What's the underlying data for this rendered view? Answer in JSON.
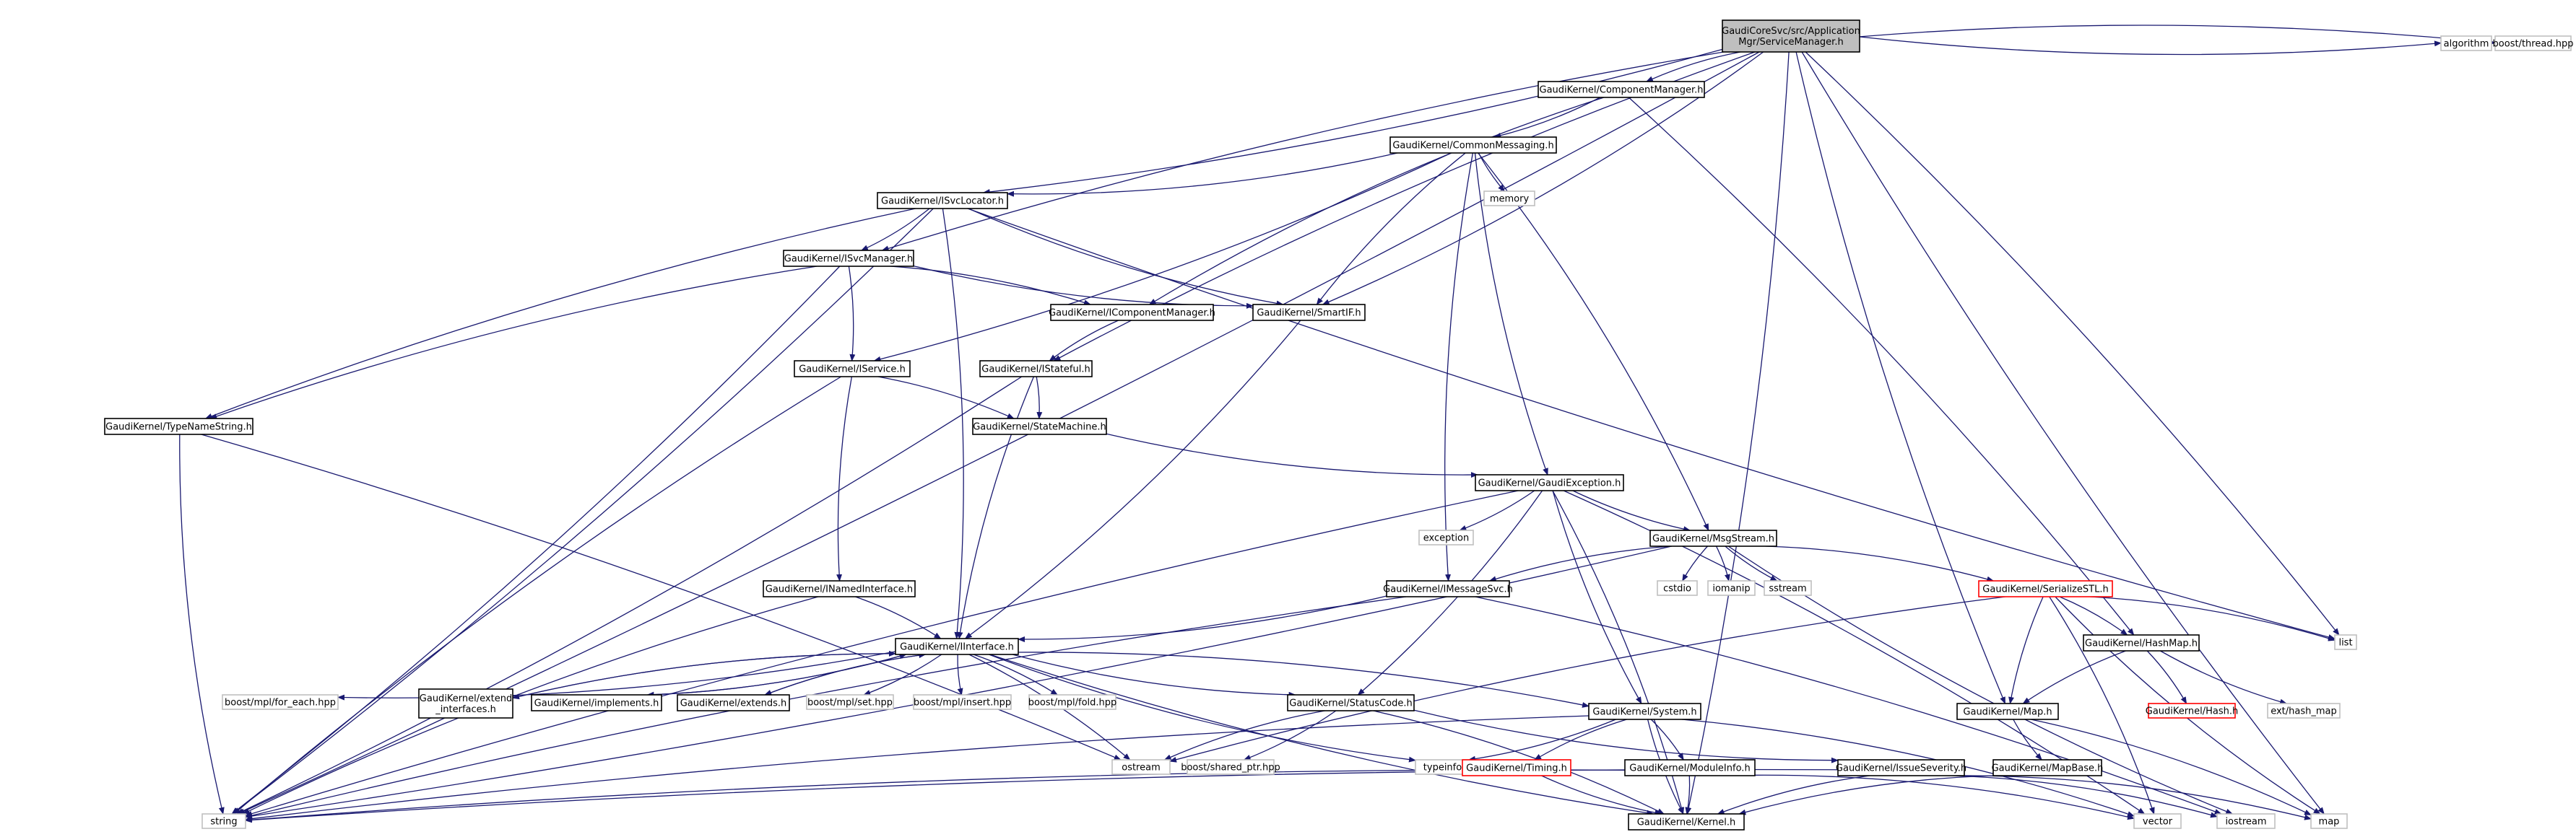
{
  "colors": {
    "edge": "#191970",
    "node_border": "#000000",
    "external_border": "#bfbfbf",
    "missing_border": "#ff0000",
    "root_fill": "#bfbfbf",
    "node_fill": "#ffffff",
    "text": "#000000"
  },
  "nodes": [
    {
      "id": "root",
      "lines": [
        "GaudiCoreSvc/src/Application",
        "Mgr/ServiceManager.h"
      ],
      "kind": "root"
    },
    {
      "id": "algorithm",
      "lines": [
        "algorithm"
      ],
      "kind": "external"
    },
    {
      "id": "boost_thread",
      "lines": [
        "boost/thread.hpp"
      ],
      "kind": "external"
    },
    {
      "id": "ComponentManager",
      "lines": [
        "GaudiKernel/ComponentManager.h"
      ],
      "kind": "normal"
    },
    {
      "id": "CommonMessaging",
      "lines": [
        "GaudiKernel/CommonMessaging.h"
      ],
      "kind": "normal"
    },
    {
      "id": "memory",
      "lines": [
        "memory"
      ],
      "kind": "external"
    },
    {
      "id": "ISvcLocator",
      "lines": [
        "GaudiKernel/ISvcLocator.h"
      ],
      "kind": "normal"
    },
    {
      "id": "ISvcManager",
      "lines": [
        "GaudiKernel/ISvcManager.h"
      ],
      "kind": "normal"
    },
    {
      "id": "IComponentManager",
      "lines": [
        "GaudiKernel/IComponentManager.h"
      ],
      "kind": "normal"
    },
    {
      "id": "SmartIF",
      "lines": [
        "GaudiKernel/SmartIF.h"
      ],
      "kind": "normal"
    },
    {
      "id": "IService",
      "lines": [
        "GaudiKernel/IService.h"
      ],
      "kind": "normal"
    },
    {
      "id": "IStateful",
      "lines": [
        "GaudiKernel/IStateful.h"
      ],
      "kind": "normal"
    },
    {
      "id": "TypeNameString",
      "lines": [
        "GaudiKernel/TypeNameString.h"
      ],
      "kind": "normal"
    },
    {
      "id": "StateMachine",
      "lines": [
        "GaudiKernel/StateMachine.h"
      ],
      "kind": "normal"
    },
    {
      "id": "GaudiException",
      "lines": [
        "GaudiKernel/GaudiException.h"
      ],
      "kind": "normal"
    },
    {
      "id": "exception",
      "lines": [
        "exception"
      ],
      "kind": "external"
    },
    {
      "id": "MsgStream",
      "lines": [
        "GaudiKernel/MsgStream.h"
      ],
      "kind": "normal"
    },
    {
      "id": "cstdio",
      "lines": [
        "cstdio"
      ],
      "kind": "external"
    },
    {
      "id": "iomanip",
      "lines": [
        "iomanip"
      ],
      "kind": "external"
    },
    {
      "id": "sstream",
      "lines": [
        "sstream"
      ],
      "kind": "external"
    },
    {
      "id": "SerializeSTL",
      "lines": [
        "GaudiKernel/SerializeSTL.h"
      ],
      "kind": "missing"
    },
    {
      "id": "INamedInterface",
      "lines": [
        "GaudiKernel/INamedInterface.h"
      ],
      "kind": "normal"
    },
    {
      "id": "IMessageSvc",
      "lines": [
        "GaudiKernel/IMessageSvc.h"
      ],
      "kind": "normal"
    },
    {
      "id": "list",
      "lines": [
        "list"
      ],
      "kind": "external"
    },
    {
      "id": "HashMap",
      "lines": [
        "GaudiKernel/HashMap.h"
      ],
      "kind": "normal"
    },
    {
      "id": "IInterface",
      "lines": [
        "GaudiKernel/IInterface.h"
      ],
      "kind": "normal"
    },
    {
      "id": "for_each",
      "lines": [
        "boost/mpl/for_each.hpp"
      ],
      "kind": "external"
    },
    {
      "id": "extend_interfaces",
      "lines": [
        "GaudiKernel/extend",
        "_interfaces.h"
      ],
      "kind": "normal"
    },
    {
      "id": "implements",
      "lines": [
        "GaudiKernel/implements.h"
      ],
      "kind": "normal"
    },
    {
      "id": "extends",
      "lines": [
        "GaudiKernel/extends.h"
      ],
      "kind": "normal"
    },
    {
      "id": "mpl_set",
      "lines": [
        "boost/mpl/set.hpp"
      ],
      "kind": "external"
    },
    {
      "id": "mpl_insert",
      "lines": [
        "boost/mpl/insert.hpp"
      ],
      "kind": "external"
    },
    {
      "id": "mpl_fold",
      "lines": [
        "boost/mpl/fold.hpp"
      ],
      "kind": "external"
    },
    {
      "id": "StatusCode",
      "lines": [
        "GaudiKernel/StatusCode.h"
      ],
      "kind": "normal"
    },
    {
      "id": "System",
      "lines": [
        "GaudiKernel/System.h"
      ],
      "kind": "normal"
    },
    {
      "id": "Map",
      "lines": [
        "GaudiKernel/Map.h"
      ],
      "kind": "normal"
    },
    {
      "id": "Hash",
      "lines": [
        "GaudiKernel/Hash.h"
      ],
      "kind": "missing"
    },
    {
      "id": "ext_hash_map",
      "lines": [
        "ext/hash_map"
      ],
      "kind": "external"
    },
    {
      "id": "ostream",
      "lines": [
        "ostream"
      ],
      "kind": "external"
    },
    {
      "id": "shared_ptr",
      "lines": [
        "boost/shared_ptr.hpp"
      ],
      "kind": "external"
    },
    {
      "id": "typeinfo",
      "lines": [
        "typeinfo"
      ],
      "kind": "external"
    },
    {
      "id": "Timing",
      "lines": [
        "GaudiKernel/Timing.h"
      ],
      "kind": "missing"
    },
    {
      "id": "ModuleInfo",
      "lines": [
        "GaudiKernel/ModuleInfo.h"
      ],
      "kind": "normal"
    },
    {
      "id": "IssueSeverity",
      "lines": [
        "GaudiKernel/IssueSeverity.h"
      ],
      "kind": "normal"
    },
    {
      "id": "MapBase",
      "lines": [
        "GaudiKernel/MapBase.h"
      ],
      "kind": "normal"
    },
    {
      "id": "vector",
      "lines": [
        "vector"
      ],
      "kind": "external"
    },
    {
      "id": "iostream",
      "lines": [
        "iostream"
      ],
      "kind": "external"
    },
    {
      "id": "map",
      "lines": [
        "map"
      ],
      "kind": "external"
    },
    {
      "id": "string",
      "lines": [
        "string"
      ],
      "kind": "external"
    },
    {
      "id": "Kernel",
      "lines": [
        "GaudiKernel/Kernel.h"
      ],
      "kind": "normal"
    }
  ],
  "edges": [
    [
      "root",
      "string"
    ],
    [
      "root",
      "algorithm"
    ],
    [
      "root",
      "boost_thread"
    ],
    [
      "root",
      "ComponentManager"
    ],
    [
      "root",
      "ISvcLocator"
    ],
    [
      "root",
      "ISvcManager"
    ],
    [
      "root",
      "SmartIF"
    ],
    [
      "root",
      "IStateful"
    ],
    [
      "root",
      "Kernel"
    ],
    [
      "root",
      "Map"
    ],
    [
      "root",
      "list"
    ],
    [
      "root",
      "map"
    ],
    [
      "ComponentManager",
      "CommonMessaging"
    ],
    [
      "ComponentManager",
      "IComponentManager"
    ],
    [
      "ComponentManager",
      "HashMap"
    ],
    [
      "CommonMessaging",
      "memory"
    ],
    [
      "CommonMessaging",
      "ISvcLocator"
    ],
    [
      "CommonMessaging",
      "SmartIF"
    ],
    [
      "CommonMessaging",
      "IService"
    ],
    [
      "CommonMessaging",
      "GaudiException"
    ],
    [
      "CommonMessaging",
      "MsgStream"
    ],
    [
      "CommonMessaging",
      "IMessageSvc"
    ],
    [
      "ISvcLocator",
      "ISvcManager"
    ],
    [
      "ISvcLocator",
      "SmartIF"
    ],
    [
      "ISvcLocator",
      "IInterface"
    ],
    [
      "ISvcLocator",
      "TypeNameString"
    ],
    [
      "ISvcLocator",
      "string"
    ],
    [
      "ISvcLocator",
      "list"
    ],
    [
      "ISvcManager",
      "IComponentManager"
    ],
    [
      "ISvcManager",
      "SmartIF"
    ],
    [
      "ISvcManager",
      "IService"
    ],
    [
      "ISvcManager",
      "TypeNameString"
    ],
    [
      "ISvcManager",
      "string"
    ],
    [
      "IComponentManager",
      "IStateful"
    ],
    [
      "SmartIF",
      "IInterface"
    ],
    [
      "IService",
      "INamedInterface"
    ],
    [
      "IService",
      "StateMachine"
    ],
    [
      "IService",
      "string"
    ],
    [
      "IStateful",
      "StateMachine"
    ],
    [
      "IStateful",
      "IInterface"
    ],
    [
      "IStateful",
      "string"
    ],
    [
      "TypeNameString",
      "string"
    ],
    [
      "TypeNameString",
      "ostream"
    ],
    [
      "StateMachine",
      "GaudiException"
    ],
    [
      "GaudiException",
      "exception"
    ],
    [
      "GaudiException",
      "MsgStream"
    ],
    [
      "GaudiException",
      "StatusCode"
    ],
    [
      "GaudiException",
      "System"
    ],
    [
      "GaudiException",
      "Kernel"
    ],
    [
      "GaudiException",
      "string"
    ],
    [
      "GaudiException",
      "vector"
    ],
    [
      "MsgStream",
      "cstdio"
    ],
    [
      "MsgStream",
      "iomanip"
    ],
    [
      "MsgStream",
      "sstream"
    ],
    [
      "MsgStream",
      "SerializeSTL"
    ],
    [
      "MsgStream",
      "IMessageSvc"
    ],
    [
      "MsgStream",
      "string"
    ],
    [
      "MsgStream",
      "iostream"
    ],
    [
      "SerializeSTL",
      "HashMap"
    ],
    [
      "SerializeSTL",
      "Map"
    ],
    [
      "SerializeSTL",
      "list"
    ],
    [
      "SerializeSTL",
      "map"
    ],
    [
      "SerializeSTL",
      "vector"
    ],
    [
      "SerializeSTL",
      "ostream"
    ],
    [
      "INamedInterface",
      "IInterface"
    ],
    [
      "INamedInterface",
      "string"
    ],
    [
      "IMessageSvc",
      "IInterface"
    ],
    [
      "IMessageSvc",
      "string"
    ],
    [
      "IMessageSvc",
      "iostream"
    ],
    [
      "HashMap",
      "Map"
    ],
    [
      "HashMap",
      "Hash"
    ],
    [
      "HashMap",
      "ext_hash_map"
    ],
    [
      "IInterface",
      "for_each"
    ],
    [
      "IInterface",
      "extend_interfaces"
    ],
    [
      "IInterface",
      "implements"
    ],
    [
      "IInterface",
      "extends"
    ],
    [
      "IInterface",
      "mpl_set"
    ],
    [
      "IInterface",
      "mpl_insert"
    ],
    [
      "IInterface",
      "mpl_fold"
    ],
    [
      "IInterface",
      "StatusCode"
    ],
    [
      "IInterface",
      "System"
    ],
    [
      "IInterface",
      "typeinfo"
    ],
    [
      "IInterface",
      "ostream"
    ],
    [
      "IInterface",
      "Kernel"
    ],
    [
      "extend_interfaces",
      "IInterface"
    ],
    [
      "implements",
      "IInterface"
    ],
    [
      "extends",
      "IInterface"
    ],
    [
      "StatusCode",
      "IssueSeverity"
    ],
    [
      "StatusCode",
      "Kernel"
    ],
    [
      "StatusCode",
      "ostream"
    ],
    [
      "StatusCode",
      "shared_ptr"
    ],
    [
      "System",
      "Timing"
    ],
    [
      "System",
      "ModuleInfo"
    ],
    [
      "System",
      "Kernel"
    ],
    [
      "System",
      "typeinfo"
    ],
    [
      "System",
      "string"
    ],
    [
      "System",
      "vector"
    ],
    [
      "Timing",
      "Kernel"
    ],
    [
      "ModuleInfo",
      "Kernel"
    ],
    [
      "ModuleInfo",
      "string"
    ],
    [
      "ModuleInfo",
      "vector"
    ],
    [
      "IssueSeverity",
      "Kernel"
    ],
    [
      "IssueSeverity",
      "map"
    ],
    [
      "IssueSeverity",
      "string"
    ],
    [
      "IssueSeverity",
      "iostream"
    ],
    [
      "Map",
      "MapBase"
    ],
    [
      "Map",
      "map"
    ],
    [
      "MapBase",
      "Kernel"
    ]
  ]
}
